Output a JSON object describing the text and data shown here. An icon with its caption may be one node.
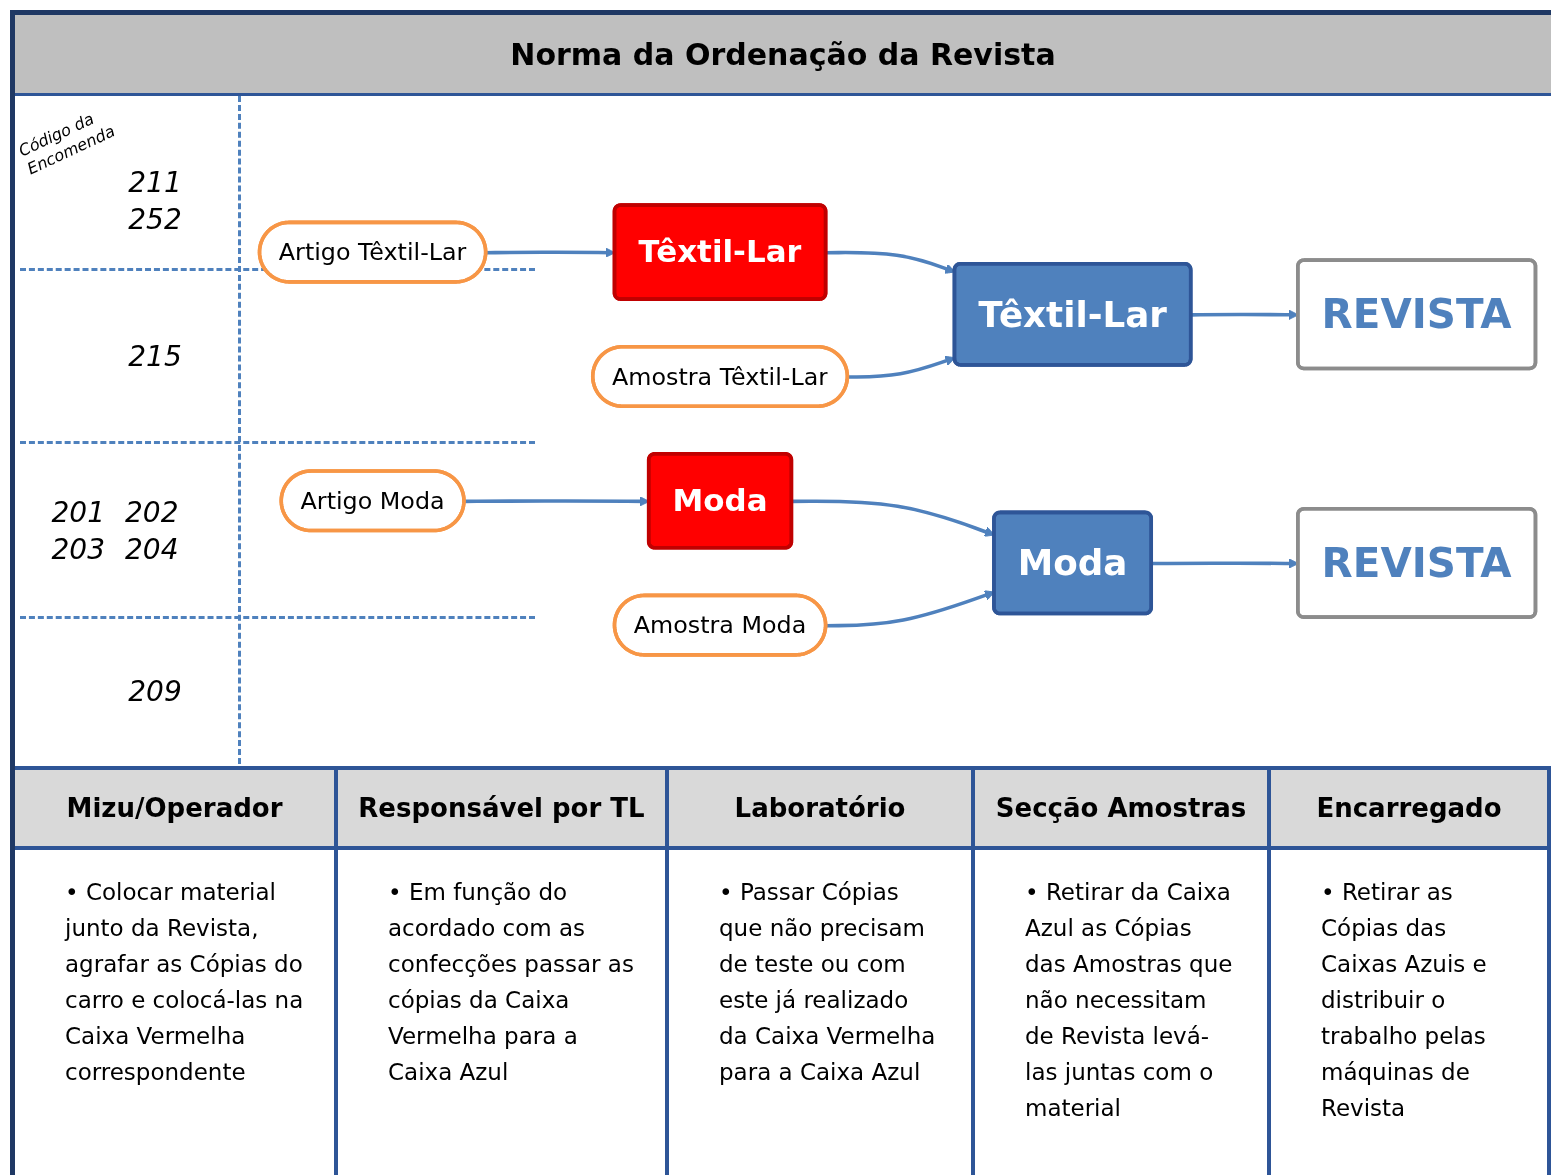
{
  "diagram": {
    "title": "Norma da Ordenação da Revista",
    "nodes": [
      {
        "text": [
          "Artigo Têxtil-Lar"
        ]
      },
      {
        "text": [
          "Têxtil-Lar"
        ]
      },
      {
        "text": [
          "Amostra Têxtil-Lar"
        ]
      },
      {
        "text": [
          "Têxtil-Lar"
        ]
      },
      {
        "text": [
          "REVISTA"
        ]
      },
      {
        "text": [
          "Artigo Moda"
        ]
      },
      {
        "text": [
          "Moda"
        ]
      },
      {
        "text": [
          "Amostra Moda"
        ]
      },
      {
        "text": [
          "Moda"
        ]
      },
      {
        "text": [
          "REVISTA"
        ]
      }
    ],
    "edges": [
      {
        "from": 0,
        "to": 1,
        "arrow": "to"
      },
      {
        "from": 1,
        "to": 3,
        "arrow": "to"
      },
      {
        "from": 2,
        "to": 3,
        "arrow": "to"
      },
      {
        "from": 3,
        "to": 4,
        "arrow": "to"
      },
      {
        "from": 5,
        "to": 6,
        "arrow": "to"
      },
      {
        "from": 6,
        "to": 8,
        "arrow": "to"
      },
      {
        "from": 7,
        "to": 8,
        "arrow": "to"
      },
      {
        "from": 8,
        "to": 9,
        "arrow": "to"
      }
    ],
    "labels": [
      "Código da Encomenda",
      "211",
      "252",
      "215",
      "201",
      "202",
      "203",
      "204",
      "209",
      "Mizu/Operador",
      "Responsável por TL",
      "Laboratório",
      "Secção Amostras",
      "Encarregado",
      "• Colocar material junto da Revista, agrafar  as Cópias do carro e colocá-las na Caixa Vermelha correspondente",
      "• Em função do acordado com as confecções passar as cópias da Caixa Vermelha para a Caixa Azul",
      "• Passar Cópias que não precisam de teste ou com este já realizado da Caixa Vermelha para a Caixa Azul",
      "• Retirar da Caixa Azul as Cópias das Amostras que não necessitam de Revista levá-las juntas com o material",
      "• Retirar as Cópias das Caixas Azuis e distribuir o trabalho pelas máquinas de Revista"
    ]
  }
}
